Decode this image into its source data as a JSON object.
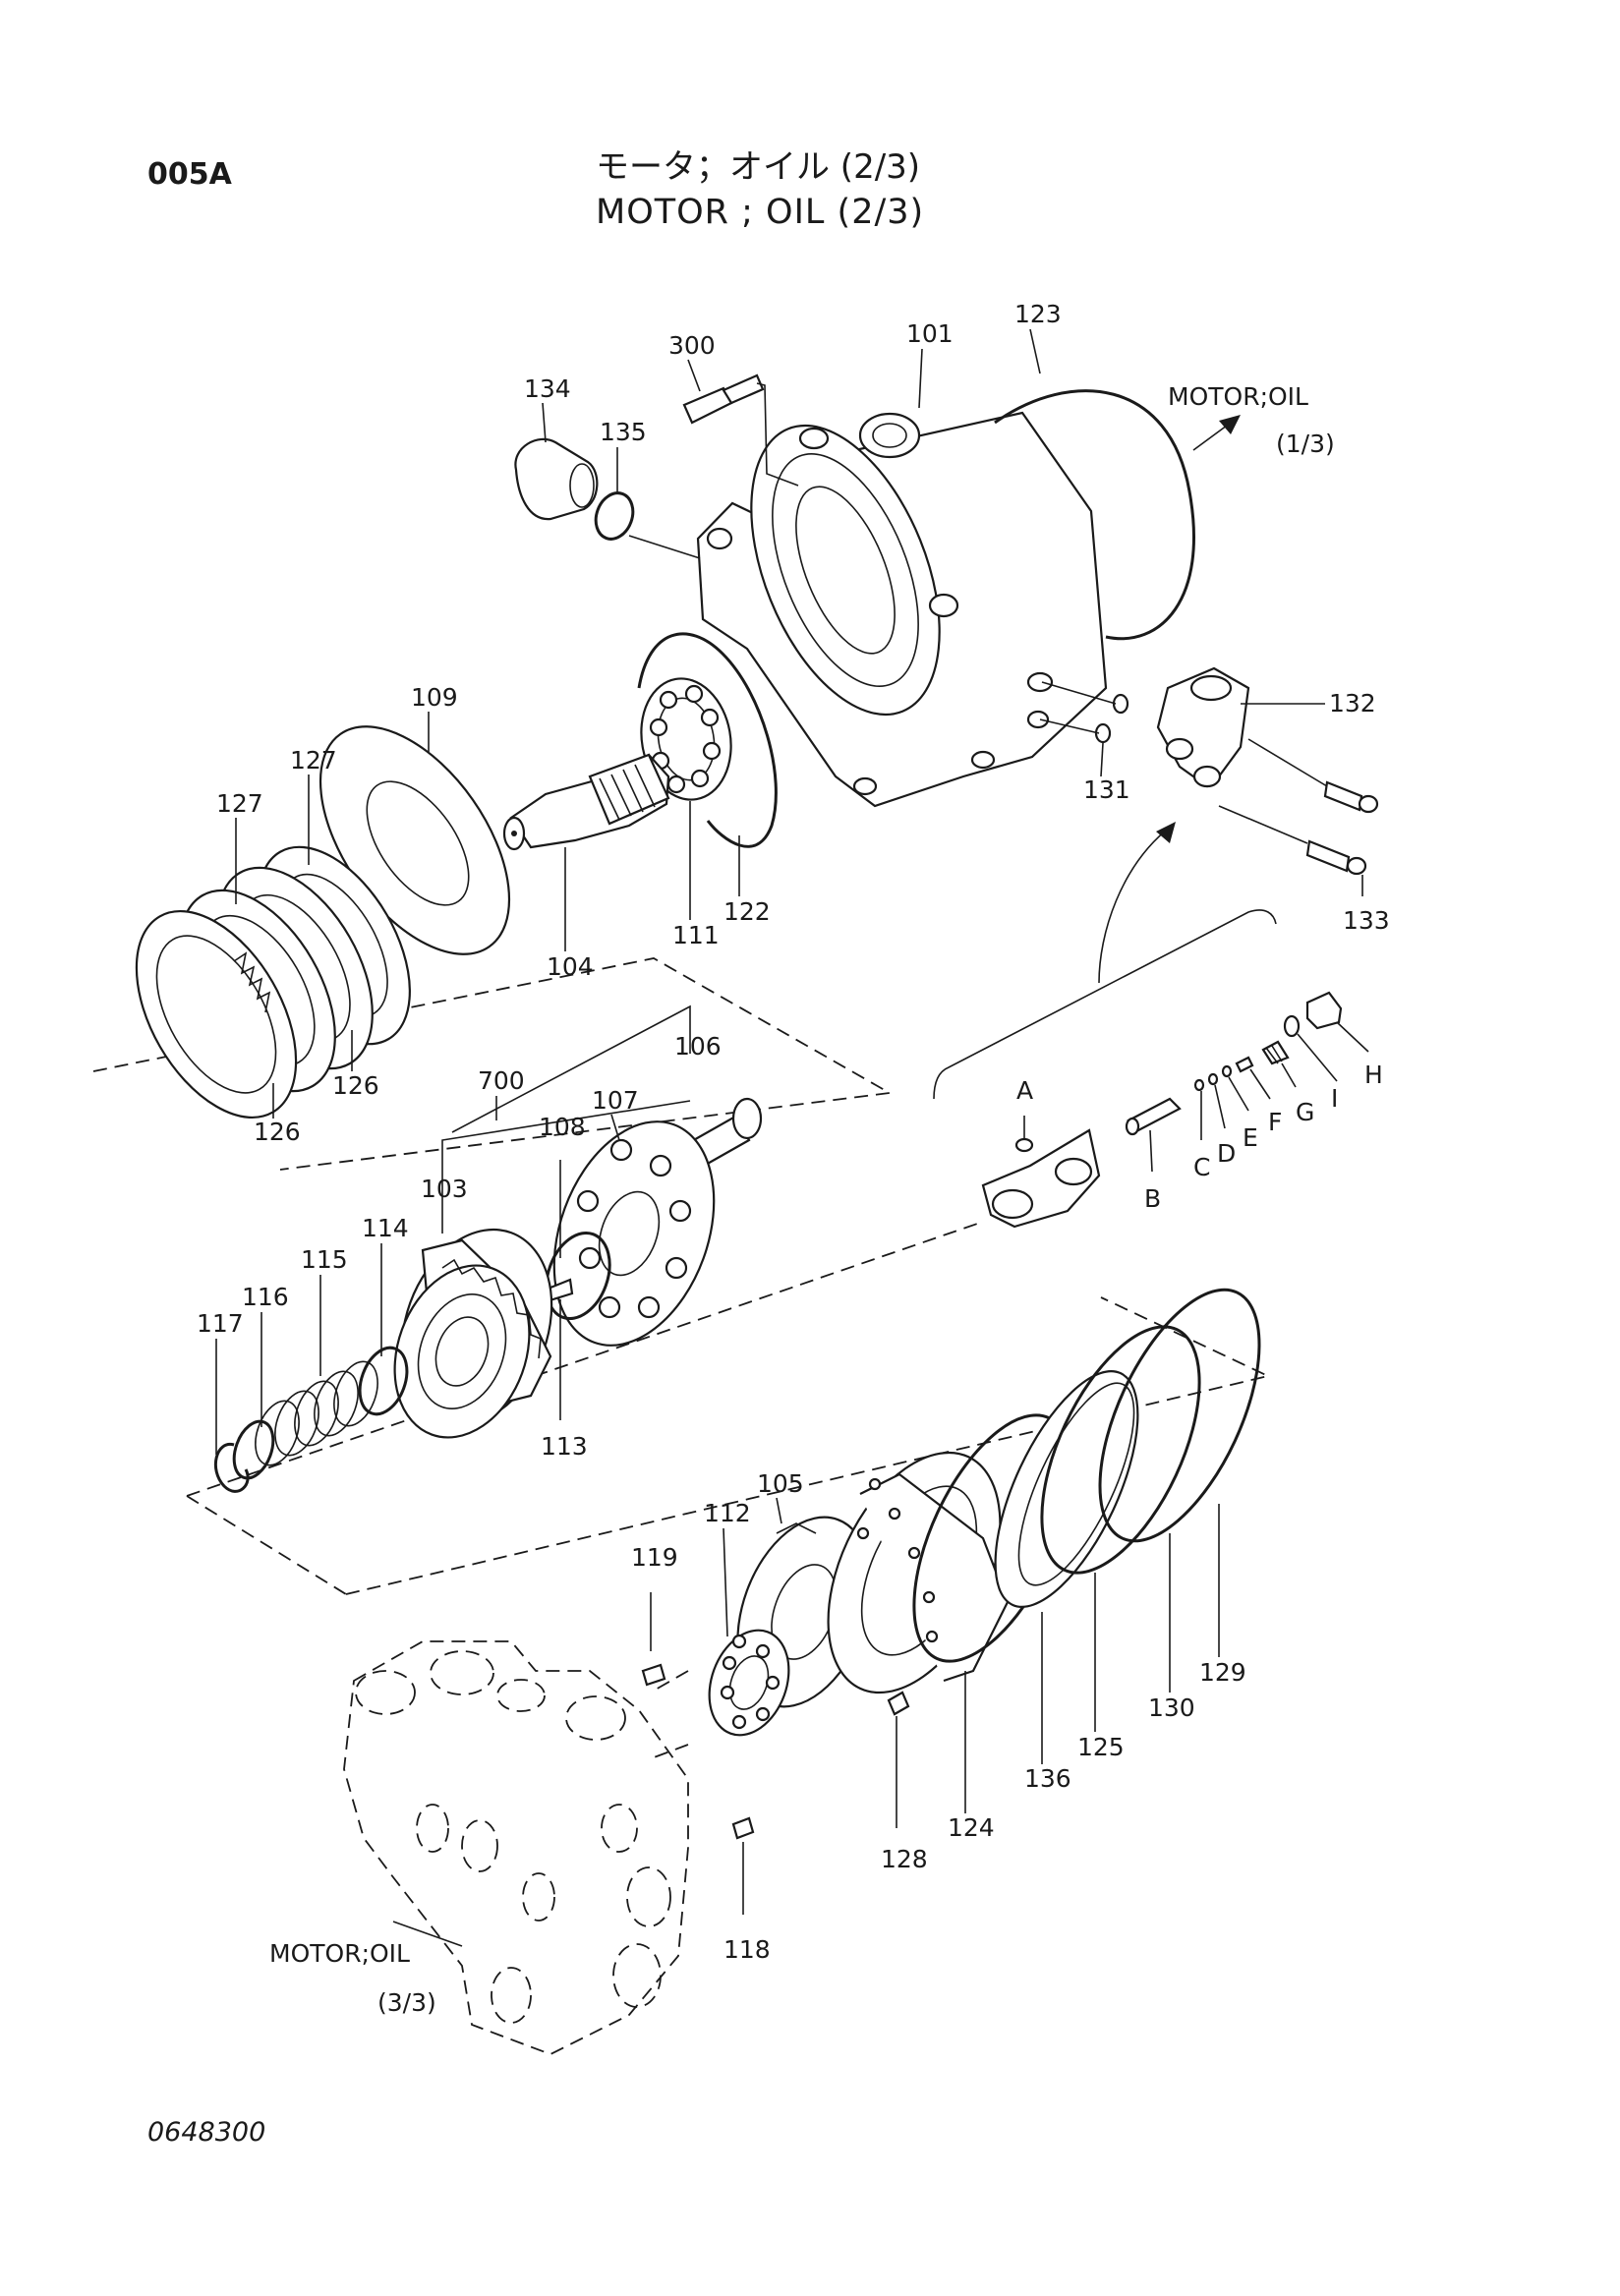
{
  "header": {
    "page_code": "005A",
    "title_jp": "モータ；オイル (2/3)",
    "title_en": "MOTOR ; OIL (2/3)"
  },
  "cross_refs": {
    "to_1_3": {
      "line1": "MOTOR;OIL",
      "line2": "(1/3)"
    },
    "to_3_3": {
      "line1": "MOTOR;OIL",
      "line2": "(3/3)"
    }
  },
  "callouts": {
    "p101": "101",
    "p103": "103",
    "p104": "104",
    "p105": "105",
    "p106": "106",
    "p107": "107",
    "p108": "108",
    "p109": "109",
    "p111": "111",
    "p112": "112",
    "p113": "113",
    "p114": "114",
    "p115": "115",
    "p116": "116",
    "p117": "117",
    "p118": "118",
    "p119": "119",
    "p122": "122",
    "p123": "123",
    "p124": "124",
    "p125": "125",
    "p126a": "126",
    "p126b": "126",
    "p127a": "127",
    "p127b": "127",
    "p128": "128",
    "p129": "129",
    "p130": "130",
    "p131": "131",
    "p132": "132",
    "p133": "133",
    "p134": "134",
    "p135": "135",
    "p136": "136",
    "p300": "300",
    "p700": "700",
    "A": "A",
    "B": "B",
    "C": "C",
    "D": "D",
    "E": "E",
    "F": "F",
    "G": "G",
    "H": "H",
    "I": "I"
  },
  "footer": {
    "doc_id": "0648300"
  }
}
